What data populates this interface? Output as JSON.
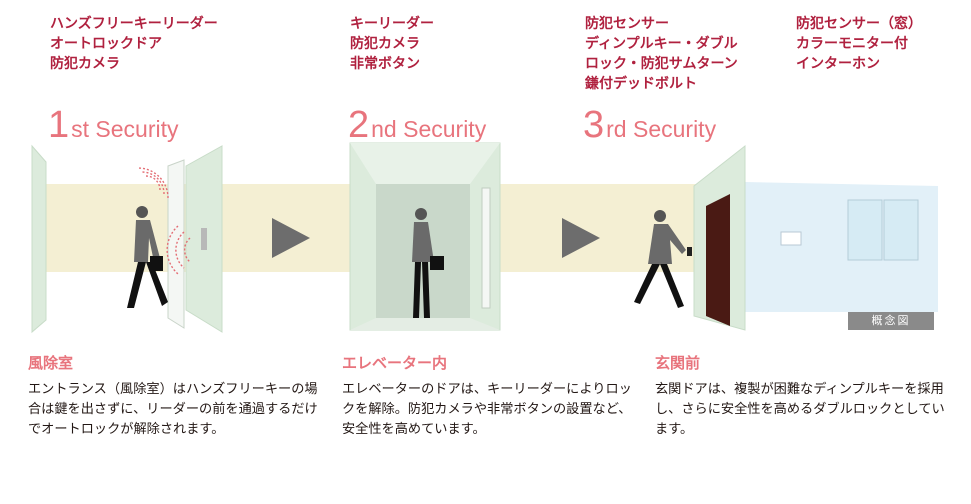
{
  "stages": [
    {
      "features": [
        "ハンズフリーキーリーダー",
        "オートロックドア",
        "防犯カメラ"
      ],
      "number": "1",
      "label": "st Security",
      "title": "風除室",
      "description": "エントランス（風除室）はハンズフリーキーの場合は鍵を出さずに、リーダーの前を通過するだけでオートロックが解除されます。"
    },
    {
      "features": [
        "キーリーダー",
        "防犯カメラ",
        "非常ボタン"
      ],
      "number": "2",
      "label": "nd Security",
      "title": "エレベーター内",
      "description": "エレベーターのドアは、キーリーダーによりロックを解除。防犯カメラや非常ボタンの設置など、安全性を高めています。"
    },
    {
      "features": [
        "防犯センサー",
        "ディンプルキー・ダブル",
        "ロック・防犯サムターン",
        "鎌付デッドボルト"
      ],
      "number": "3",
      "label": "rd Security",
      "title": "玄関前",
      "description": "玄関ドアは、複製が困難なディンプルキーを採用し、さらに安全性を高めるダブルロックとしています。"
    },
    {
      "features": [
        "防犯センサー（窓）",
        "カラーモニター付",
        "インターホン"
      ]
    }
  ],
  "concept_label": "概念図",
  "colors": {
    "feature_text": "#b0213f",
    "heading": "#e8747d",
    "corridor": "#f4efd3",
    "wall_green": "#dcebdc",
    "room_blue": "#e2f0f8",
    "door_brown": "#4a1a14",
    "arrow": "#6d6d6d"
  }
}
